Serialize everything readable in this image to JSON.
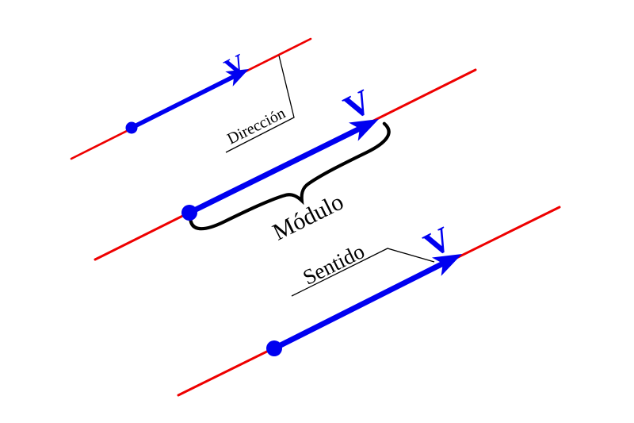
{
  "diagram": {
    "background": "#ffffff",
    "colors": {
      "line": "#ee0000",
      "vector": "#0000f0",
      "annotation": "#000000"
    },
    "vectors": [
      {
        "symbol": "V",
        "annotation": "Dirección"
      },
      {
        "symbol": "V",
        "annotation": "Módulo"
      },
      {
        "symbol": "V",
        "annotation": "Sentido"
      }
    ]
  }
}
